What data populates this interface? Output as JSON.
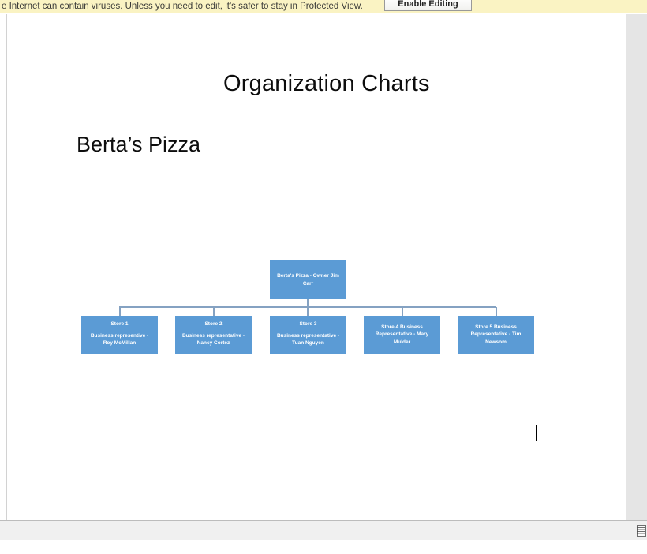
{
  "protected_view_bar": {
    "message": "e Internet can contain viruses. Unless you need to edit, it's safer to stay in Protected View.",
    "button_label": "Enable Editing"
  },
  "document": {
    "title": "Organization Charts",
    "heading": "Berta’s Pizza"
  },
  "org_chart": {
    "root_label": "Berta's Pizza - Owner Jim Carr",
    "children": [
      {
        "heading": "Store 1",
        "body": "Business representive - Roy McMillan"
      },
      {
        "heading": "Store 2",
        "body": "Business representative - Nancy Cortez"
      },
      {
        "heading": "Store 3",
        "body": "Business representative - Tuan Nguyen"
      },
      {
        "heading": "",
        "body": "Store 4 Business Representative - Mary Mulder"
      },
      {
        "heading": "",
        "body": "Store 5 Business Representative - Tim Newsom"
      }
    ],
    "colors": {
      "box_fill": "#5b9bd5",
      "box_text": "#ffffff",
      "connector": "#85a2c2"
    }
  },
  "status_bar": {
    "icon": "document-lines-icon"
  }
}
